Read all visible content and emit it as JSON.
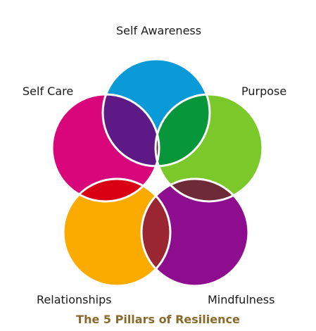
{
  "labels": {
    "top": "Self Awareness",
    "left": "Self Care",
    "right": "Purpose",
    "bottom_left": "Relationships",
    "bottom_right": "Mindfulness"
  },
  "caption": "The 5 Pillars of Resilience",
  "colors": {
    "self_awareness": "#0a9ad8",
    "purpose": "#7ac82a",
    "mindfulness": "#8e0d8e",
    "relationships": "#fbaa00",
    "self_care": "#d8067a",
    "overlap_top_left": "#5d1a86",
    "overlap_top_right": "#07963a",
    "overlap_right_bottom": "#6e2a36",
    "overlap_bottom": "#9a2632",
    "overlap_left": "#d80012",
    "center": "#3e3434",
    "caption": "#8a6a2a"
  }
}
